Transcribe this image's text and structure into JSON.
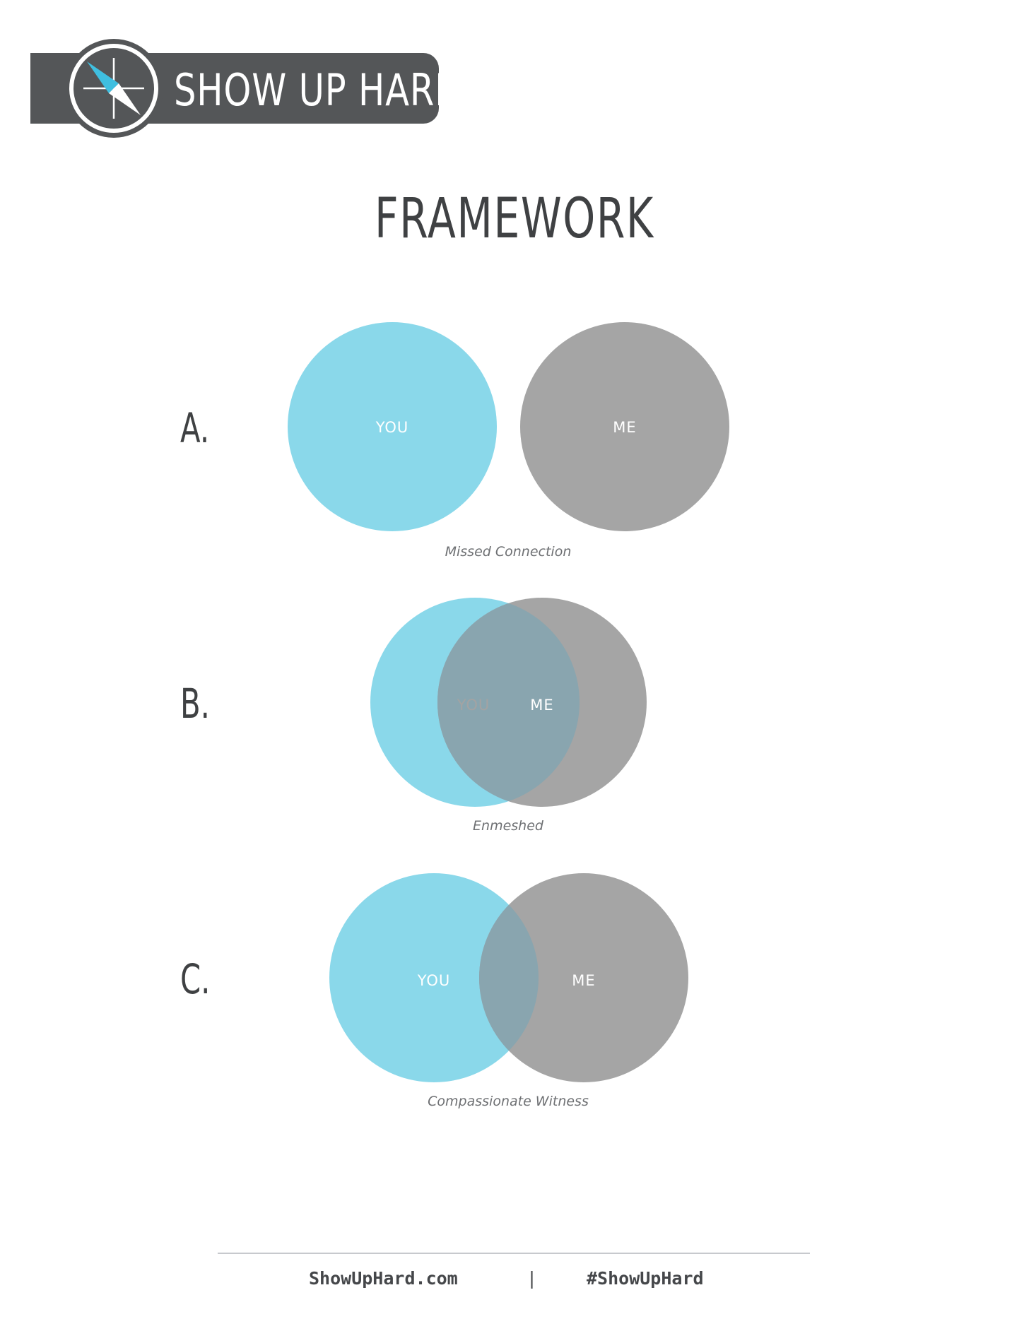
{
  "header": {
    "brand": "SHOW UP HARD",
    "logo_icon": "compass-icon",
    "bar_color": "#545658",
    "accent_color": "#3fbfe0"
  },
  "title": "FRAMEWORK",
  "diagrams": [
    {
      "letter": "A.",
      "you": "YOU",
      "me": "ME",
      "caption": "Missed Connection"
    },
    {
      "letter": "B.",
      "you": "YOU",
      "me": "ME",
      "caption": "Enmeshed"
    },
    {
      "letter": "C.",
      "you": "YOU",
      "me": "ME",
      "caption": "Compassionate Witness"
    }
  ],
  "colors": {
    "you": "#8ad8ea",
    "me": "#a5a5a5",
    "overlap": "#89a5af"
  },
  "footer": {
    "site": "ShowUpHard.com",
    "separator": "|",
    "hashtag": "#ShowUpHard"
  }
}
